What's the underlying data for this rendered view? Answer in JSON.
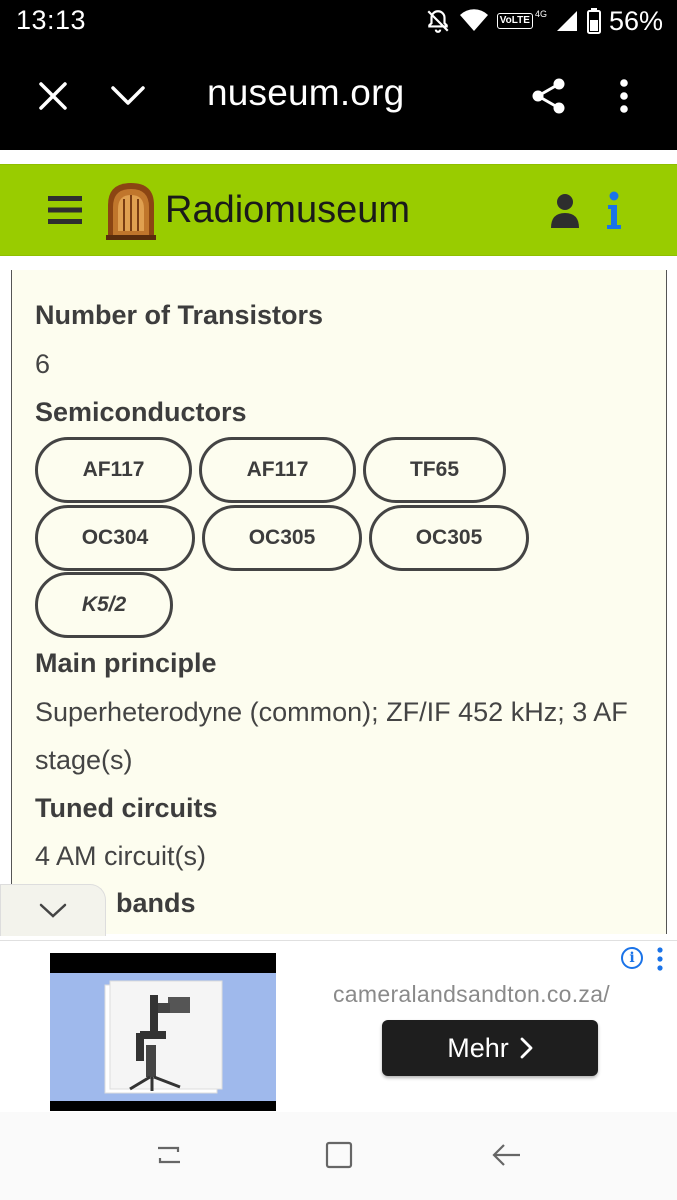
{
  "status_bar": {
    "time": "13:13",
    "network_badge": "VoLTE",
    "network_type": "4G",
    "battery": "56%"
  },
  "browser": {
    "url": "nuseum.org",
    "icons": [
      "close-icon",
      "chevron-down-icon",
      "share-icon",
      "more-vert-icon"
    ]
  },
  "site_header": {
    "title": "Radiomuseum",
    "background": "#99cc00",
    "icons": [
      "menu-icon",
      "radio-logo",
      "user-icon",
      "info-icon"
    ]
  },
  "content": {
    "transistors_label": "Number of Transistors",
    "transistors_value": "6",
    "semiconductors_label": "Semiconductors",
    "semiconductors": [
      "AF117",
      "AF117",
      "TF65",
      "OC304",
      "OC305",
      "OC305",
      "K5/2"
    ],
    "principle_label": "Main principle",
    "principle_value": "Superheterodyne (common); ZF/IF 452 kHz; 3 AF stage(s)",
    "tuned_label": "Tuned circuits",
    "tuned_value": "4 AM circuit(s)",
    "bands_label_partial": "bands"
  },
  "ad": {
    "domain": "cameralandsandton.co.za/",
    "button_label": "Mehr",
    "info_glyph": "i"
  },
  "nav_bar": {
    "icons": [
      "recent-apps-icon",
      "home-icon",
      "back-icon"
    ]
  }
}
